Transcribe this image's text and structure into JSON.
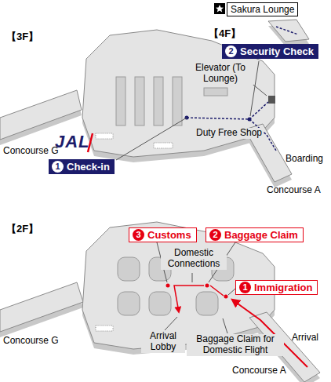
{
  "diagram": {
    "nodes": [
      {
        "text": [
          "Sakura Lounge"
        ]
      },
      {
        "text": [
          "2",
          "Security Check"
        ]
      },
      {
        "text": [
          "1",
          "Check-in"
        ]
      },
      {
        "text": [
          "3",
          "Customs"
        ]
      },
      {
        "text": [
          "2",
          "Baggage Claim"
        ]
      },
      {
        "text": [
          "1",
          "Immigration"
        ]
      }
    ],
    "labels": [
      "【3F】",
      "【4F】",
      "Elevator (To Lounge)",
      "JAL",
      "Duty Free Shop",
      "Concourse G",
      "Boarding",
      "Concourse A",
      "【2F】",
      "Domestic Connections",
      "Arrival Lobby",
      "Baggage Claim for Domestic Flight",
      "Concourse G",
      "Arrival",
      "Concourse A"
    ]
  }
}
